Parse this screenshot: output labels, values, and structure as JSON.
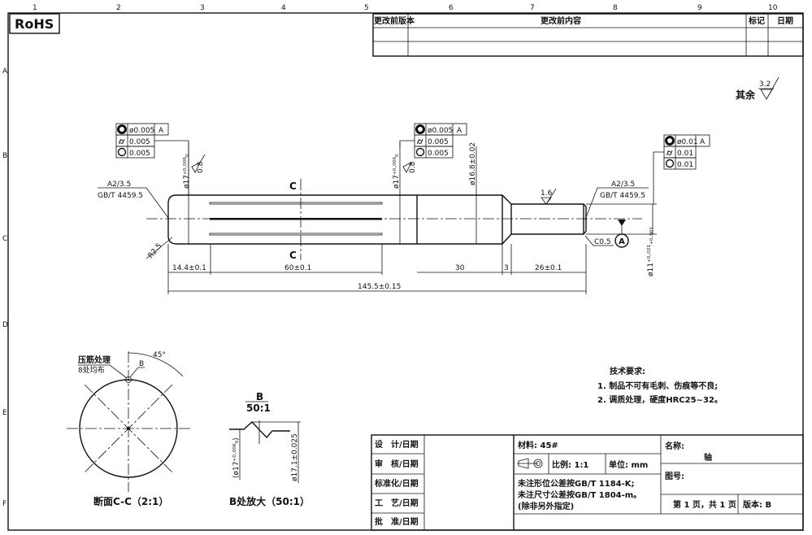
{
  "rohs": "RoHS",
  "grid": {
    "cols": [
      "1",
      "2",
      "3",
      "4",
      "5",
      "6",
      "7",
      "8",
      "9",
      "10"
    ],
    "rows": [
      "A",
      "B",
      "C",
      "D",
      "E",
      "F"
    ]
  },
  "revision_table": {
    "headers": [
      "更改前版本",
      "更改前内容",
      "标记",
      "日期"
    ]
  },
  "roughness_default": {
    "label": "其余",
    "value": "3.2"
  },
  "fcf_left": {
    "rows": [
      {
        "sym": "coaxiality",
        "value": "ø0.005",
        "datum": "A"
      },
      {
        "sym": "cylindricity",
        "value": "0.005"
      },
      {
        "sym": "roundness",
        "value": "0.005"
      }
    ]
  },
  "fcf_mid": {
    "rows": [
      {
        "sym": "coaxiality",
        "value": "ø0.005",
        "datum": "A"
      },
      {
        "sym": "cylindricity",
        "value": "0.005"
      },
      {
        "sym": "roundness",
        "value": "0.005"
      }
    ]
  },
  "fcf_right": {
    "rows": [
      {
        "sym": "coaxiality",
        "value": "ø0.01",
        "datum": "A"
      },
      {
        "sym": "cylindricity",
        "value": "0.01"
      },
      {
        "sym": "roundness",
        "value": "0.01"
      }
    ]
  },
  "annotations": {
    "center_hole_left_1": "A2/3.5",
    "center_hole_left_2": "GB/T 4459.5",
    "center_hole_right_1": "A2/3.5",
    "center_hole_right_2": "GB/T 4459.5",
    "dia_left": "ø17⁺⁰·⁰⁰⁶₀",
    "rough_left": "0.8",
    "dia_mid": "ø17⁺⁰·⁰⁰⁶₀",
    "rough_mid": "0.8",
    "dia_168": "ø16.8±0.02",
    "rough_right": "1.6",
    "dia_11": "ø11⁺⁰·⁰²¹₊₀.₀₀₁",
    "radius": "R2.5",
    "chamfer": "C0.5",
    "datum": "A",
    "section_c": "C"
  },
  "dimensions": {
    "d1": "14.4±0.1",
    "d2": "60±0.1",
    "d3": "30",
    "d4": "3",
    "d5": "26±0.1",
    "total": "145.5±0.15"
  },
  "section_view": {
    "note1": "压筋处理",
    "note2": "8处均布",
    "detail_ref": "B",
    "angle": "45°",
    "caption": "断面C-C（2:1）"
  },
  "detail_view": {
    "title": "B",
    "scale": "50:1",
    "dim1": "(ø17⁺⁰·⁰⁰⁶₀)",
    "dim2": "ø17.1±0.025",
    "caption": "B处放大（50:1）"
  },
  "tech_requirements": {
    "title": "技术要求:",
    "items": [
      "1. 制品不可有毛刺、伤痕等不良;",
      "2. 调质处理，硬度HRC25~32。"
    ]
  },
  "title_block": {
    "sign_rows": [
      "设　计/日期",
      "审　核/日期",
      "标准化/日期",
      "工　艺/日期",
      "批　准/日期"
    ],
    "material": "材料:  45#",
    "scale": "比例:  1:1",
    "unit": "单位:  mm",
    "tol1": "未注形位公差按GB/T 1184-K;",
    "tol2": "未注尺寸公差按GB/T 1804-m。",
    "tol3": "(除非另外指定)",
    "name_label": "名称:",
    "name_value": "轴",
    "drawing_no_label": "图号:",
    "page": "第 1 页，共 1 页",
    "version": "版本: B"
  }
}
